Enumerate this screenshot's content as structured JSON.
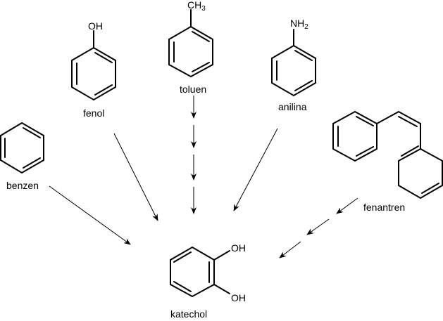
{
  "title": "Degradation pathways to catechol",
  "molecules": {
    "fenol": {
      "name": "fenol",
      "substituent": "OH"
    },
    "toluen": {
      "name": "toluen",
      "substituent_main": "CH",
      "substituent_sub": "3"
    },
    "anilina": {
      "name": "anilina",
      "substituent_main": "NH",
      "substituent_sub": "2"
    },
    "benzen": {
      "name": "benzen"
    },
    "fenantren": {
      "name": "fenantren"
    },
    "katechol": {
      "name": "katechol",
      "substituent_top": "OH",
      "substituent_bottom": "OH"
    }
  },
  "pathways": [
    {
      "from": "fenol",
      "to": "katechol",
      "steps": 1
    },
    {
      "from": "toluen",
      "to": "katechol",
      "steps": 4
    },
    {
      "from": "anilina",
      "to": "katechol",
      "steps": 1
    },
    {
      "from": "benzen",
      "to": "katechol",
      "steps": 1
    },
    {
      "from": "fenantren",
      "to": "katechol",
      "steps": 3
    }
  ]
}
